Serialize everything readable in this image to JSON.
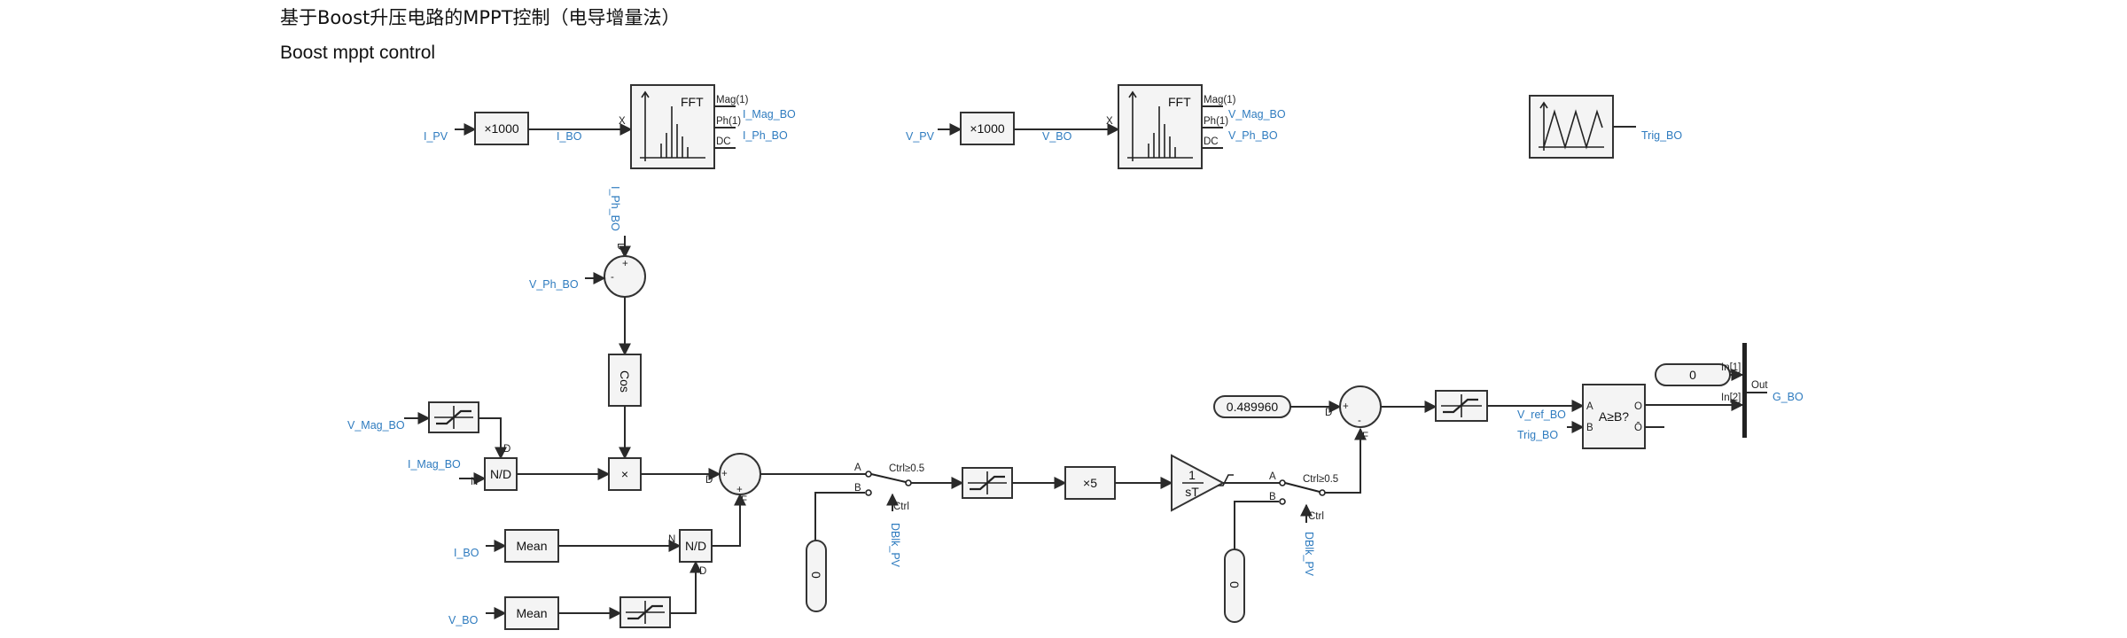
{
  "header": {
    "title_cn": "基于Boost升压电路的MPPT控制（电导增量法）",
    "title_en": "Boost mppt control"
  },
  "signals": {
    "i_pv": "I_PV",
    "i_bo": "I_BO",
    "i_mag_bo": "I_Mag_BO",
    "i_ph_bo": "I_Ph_BO",
    "v_pv": "V_PV",
    "v_bo": "V_BO",
    "v_mag_bo": "V_Mag_BO",
    "v_ph_bo": "V_Ph_BO",
    "trig_bo": "Trig_BO",
    "v_ref_bo": "V_ref_BO",
    "g_bo": "G_BO",
    "dblk_pv": "DBlk_PV"
  },
  "blocks": {
    "gain_1000": "×1000",
    "fft": "FFT",
    "fft_ports": {
      "mag": "Mag(1)",
      "ph": "Ph(1)",
      "dc": "DC",
      "x": "X"
    },
    "cos": "Cos",
    "multiply": "×",
    "nd": "N/D",
    "mean": "Mean",
    "gain_5": "×5",
    "integrator_num": "1",
    "integrator_den": "sT",
    "const_zero": "0",
    "const_value": "0.489960",
    "compare": "A≥B?",
    "switch_ctrl": "Ctrl≥0.5",
    "ctrl": "Ctrl"
  },
  "ports": {
    "d": "D",
    "n": "N",
    "f": "F",
    "a": "A",
    "b": "B",
    "o": "O",
    "obar": "Ō",
    "plus": "+",
    "minus": "-",
    "in1": "In[1]",
    "in2": "In[2]",
    "out": "Out"
  }
}
